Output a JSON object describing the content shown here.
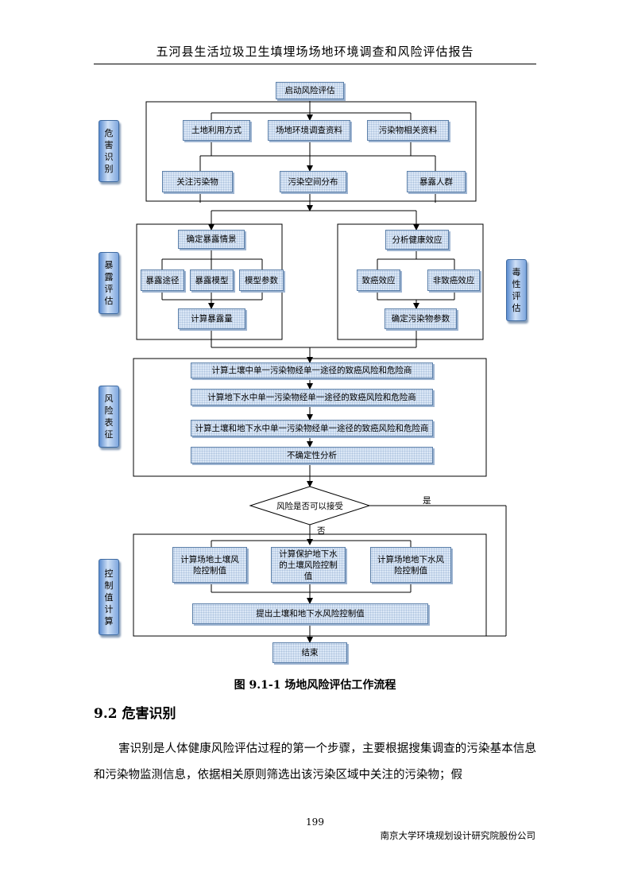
{
  "header": {
    "title": "五河县生活垃圾卫生填埋场场地环境调查和风险评估报告"
  },
  "flow": {
    "start": "启动风险评估",
    "hazard": {
      "side_label": "危害识别",
      "inputs": [
        "土地利用方式",
        "场地环境调查资料",
        "污染物相关资料"
      ],
      "outputs": [
        "关注污染物",
        "污染空间分布",
        "暴露人群"
      ]
    },
    "exposure": {
      "side_label": "暴露评估",
      "scenario": "确定暴露情景",
      "items": [
        "暴露途径",
        "暴露模型",
        "模型参数"
      ],
      "result": "计算暴露量"
    },
    "toxicity": {
      "side_label": "毒性评估",
      "effects": "分析健康效应",
      "items": [
        "致癌效应",
        "非致癌效应"
      ],
      "result": "确定污染物参数"
    },
    "risk": {
      "side_label": "风险表征",
      "steps": [
        "计算土壤中单一污染物经单一途径的致癌风险和危险商",
        "计算地下水中单一污染物经单一途径的致癌风险和危险商",
        "计算土壤和地下水中单一污染物经单一途径的致癌风险和危险商",
        "不确定性分析"
      ]
    },
    "decision": {
      "question": "风险是否可以接受",
      "yes": "是",
      "no": "否"
    },
    "control": {
      "side_label": "控制值计算",
      "items": [
        "计算场地土壤风险控制值",
        "计算保护地下水的土壤风险控制值",
        "计算场地地下水风险控制值"
      ],
      "result": "提出土壤和地下水风险控制值"
    },
    "end": "结束"
  },
  "caption": "图 9.1-1    场地风险评估工作流程",
  "section_title": "9.2 危害识别",
  "paragraph": "害识别是人体健康风险评估过程的第一个步骤，主要根据搜集调查的污染基本信息和污染物监测信息，依据相关原则筛选出该污染区域中关注的污染物；假",
  "page_number": "199",
  "footer": "南京大学环境规划设计研究院股份公司"
}
